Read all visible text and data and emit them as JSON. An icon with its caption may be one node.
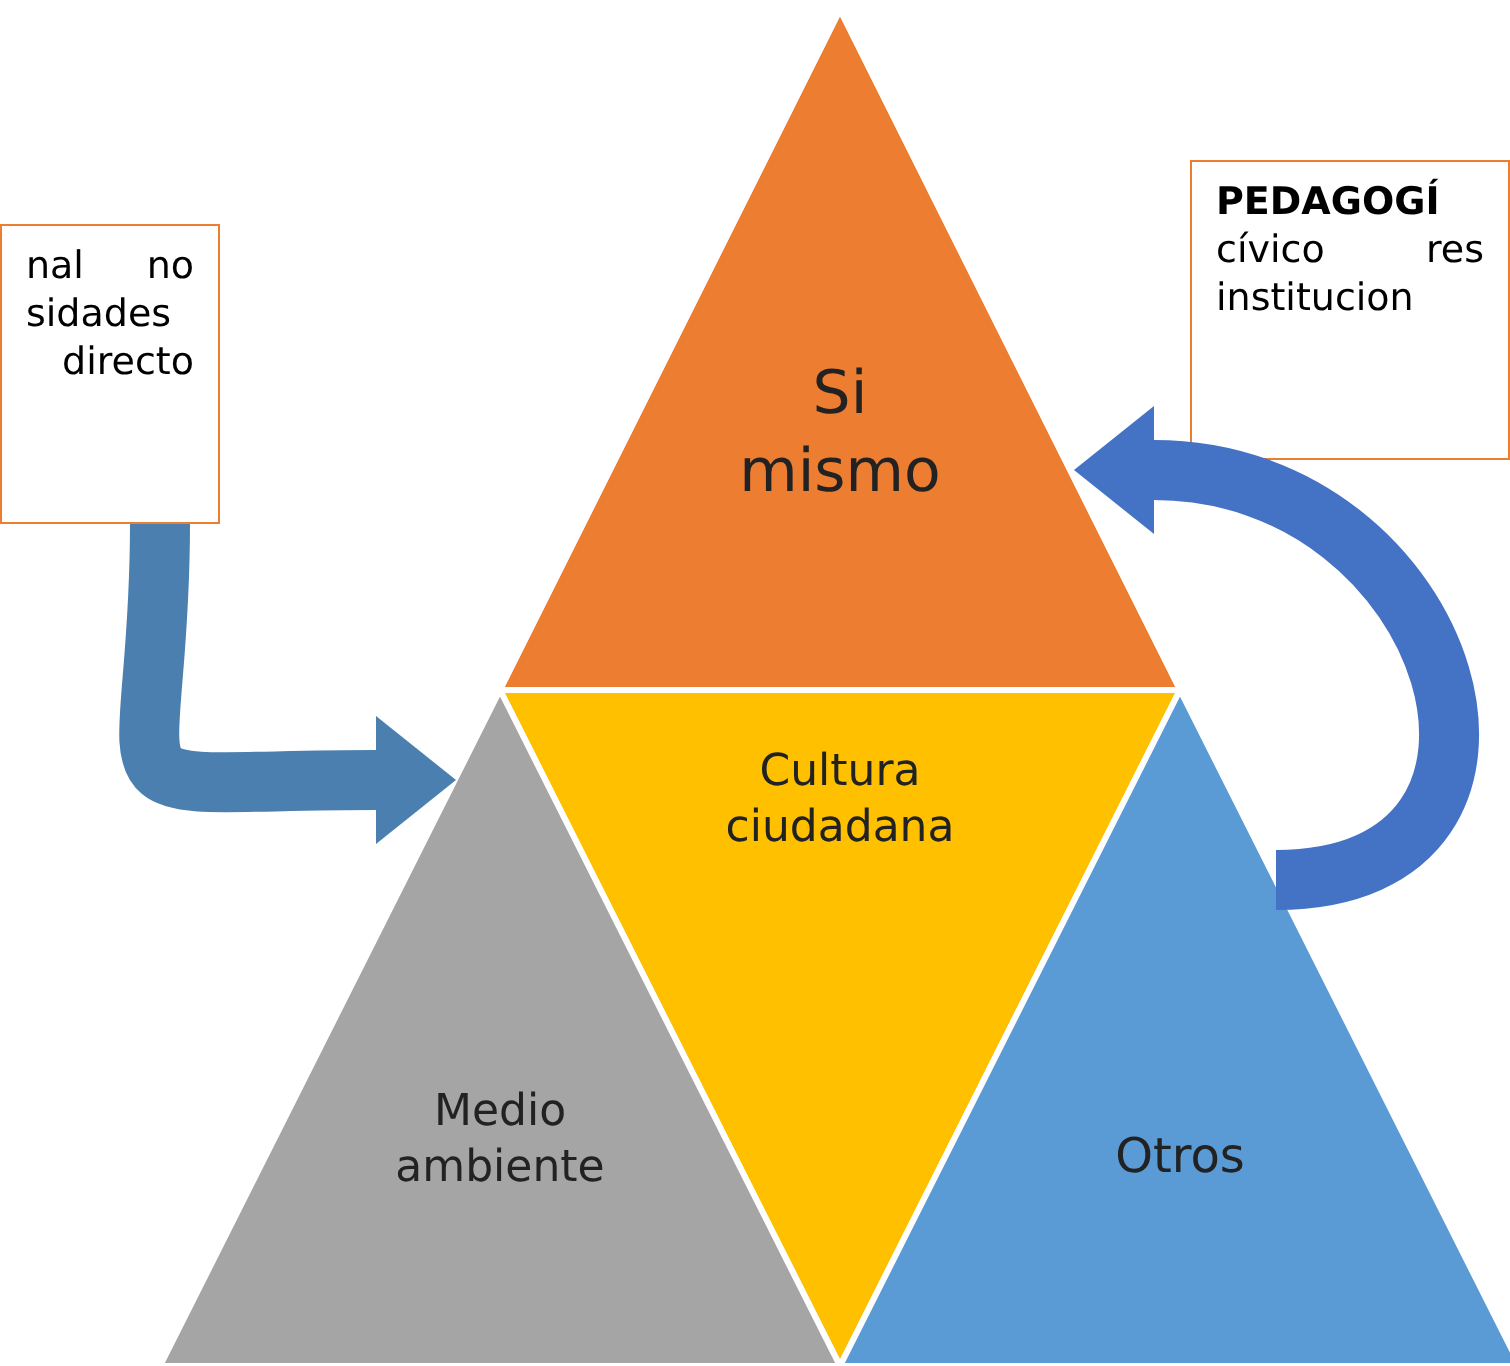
{
  "diagram": {
    "nodes": [
      {
        "text": [
          "nal no sidades directo"
        ]
      },
      {
        "text": [
          "**PEDAGOGÍ** cívico res institucion"
        ]
      },
      {
        "text": [
          "Si mismo"
        ]
      },
      {
        "text": [
          "Cultura ciudadana"
        ]
      },
      {
        "text": [
          "Medio ambiente"
        ]
      },
      {
        "text": [
          "Otros"
        ]
      }
    ],
    "edges": [
      {
        "from": 0,
        "to": 4,
        "arrow": "to",
        "color": "#4a7fb0"
      },
      {
        "from": 5,
        "to": 2,
        "arrow": "to",
        "color": "#4472c4"
      }
    ]
  }
}
